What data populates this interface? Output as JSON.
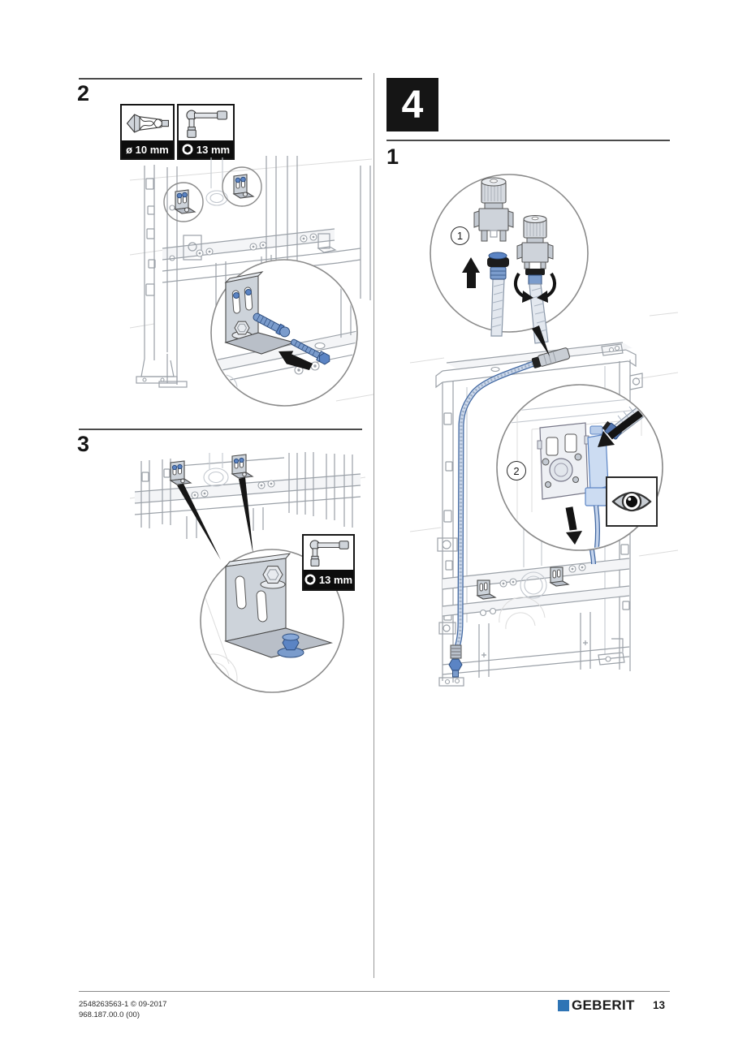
{
  "left_column": {
    "step2": {
      "number": "2",
      "tools": [
        {
          "icon": "drill-bit-icon",
          "label": "ø 10 mm"
        },
        {
          "icon": "socket-wrench-icon",
          "label": "13 mm"
        }
      ]
    },
    "step3": {
      "number": "3",
      "tool": {
        "icon": "socket-wrench-icon",
        "label": "13 mm"
      }
    }
  },
  "right_column": {
    "chapter_number": "4",
    "step1": {
      "number": "1",
      "callout_1": "1",
      "callout_2": "2",
      "observe_icon": "eye-icon"
    }
  },
  "footer": {
    "doc_line1": "2548263563-1 © 09-2017",
    "doc_line2": "968.187.00.0 (00)",
    "brand": "GEBERIT",
    "page_number": "13"
  },
  "colors": {
    "brand_blue": "#2e74b5",
    "part_blue": "#5b84c4",
    "part_blue_light": "#ccdcf2",
    "frame_line": "#9ba1a8",
    "ink": "#1a1a1a"
  }
}
